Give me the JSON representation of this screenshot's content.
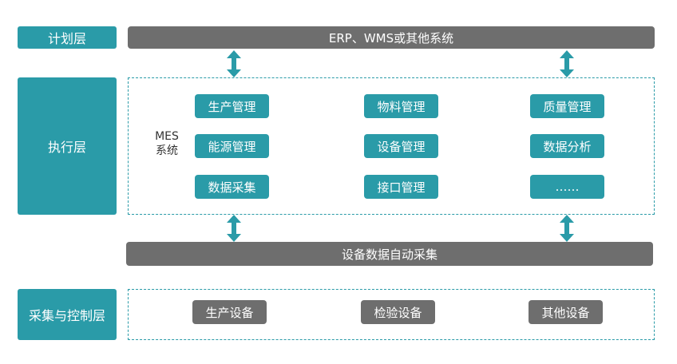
{
  "layers": {
    "plan": "计划层",
    "exec": "执行层",
    "collect": "采集与控制层"
  },
  "bars": {
    "erp": "ERP、WMS或其他系统",
    "auto_collect": "设备数据自动采集"
  },
  "mes": {
    "line1": "MES",
    "line2": "系统",
    "modules": [
      "生产管理",
      "物料管理",
      "质量管理",
      "能源管理",
      "设备管理",
      "数据分析",
      "数据采集",
      "接口管理",
      "……"
    ]
  },
  "devices": [
    "生产设备",
    "检验设备",
    "其他设备"
  ],
  "colors": {
    "teal": "#2a9ba8",
    "grey": "#6e6e6e",
    "border": "#2a9ba8"
  }
}
